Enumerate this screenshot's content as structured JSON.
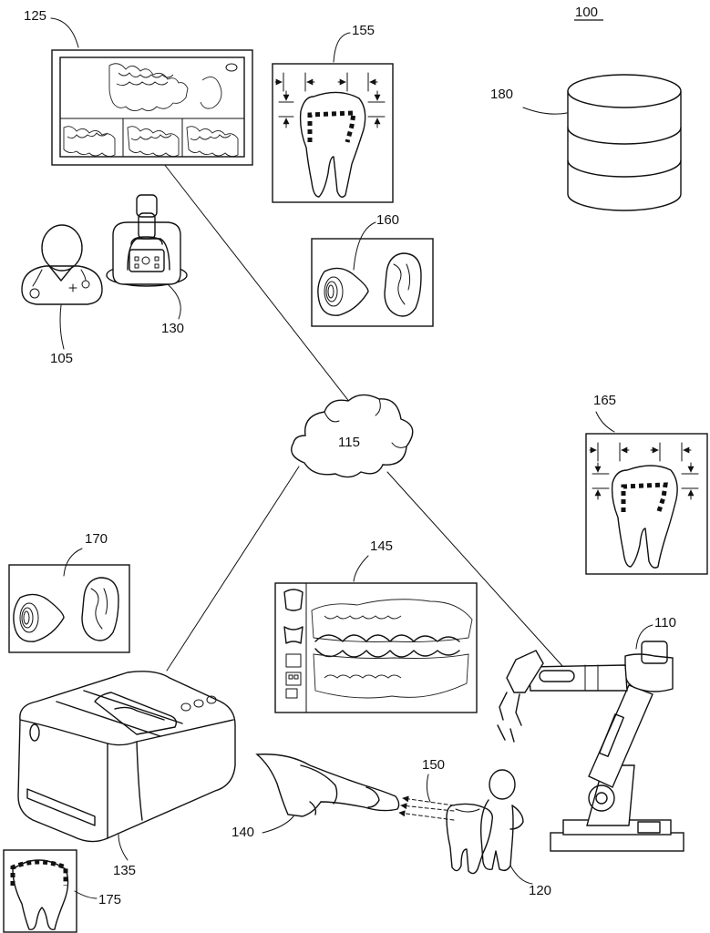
{
  "figure": {
    "number": "100",
    "labels": {
      "doctor": "105",
      "robot": "110",
      "cloud": "115",
      "patient": "120",
      "monitor": "125",
      "controller": "130",
      "mill": "135",
      "scanner": "140",
      "teeth_screen": "145",
      "scan_beam": "150",
      "tooth_measure_top": "155",
      "tooth_crowns_top": "160",
      "tooth_measure_right": "165",
      "tooth_crowns_left": "170",
      "tooth_prep": "175",
      "database": "180"
    }
  }
}
